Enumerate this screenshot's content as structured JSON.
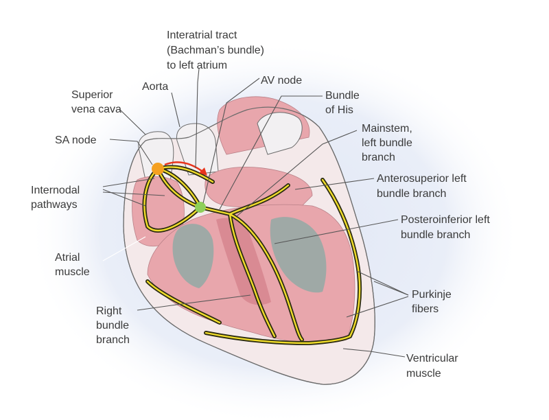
{
  "colors": {
    "halo": "#e3e9f6",
    "outer_wall": "#f4e9ea",
    "outer_stroke": "#6b6b6b",
    "myocardium": "#e8a6ac",
    "myocardium_dark": "#d98a93",
    "cavity": "#9fa9a6",
    "vessel": "#f2f0f2",
    "conduction_dark": "#2c2c12",
    "conduction_bright": "#f2de2a",
    "sa_node": "#f5a020",
    "av_node": "#8fd05a",
    "impulse_arrow": "#e8341c",
    "label_text": "#3a3a3a"
  },
  "labels": {
    "interatrial": [
      "Interatrial tract",
      "(Bachman’s bundle)",
      "to left atrium"
    ],
    "aorta": [
      "Aorta"
    ],
    "av_node": [
      "AV node"
    ],
    "bundle_of_his": [
      "Bundle",
      "of His"
    ],
    "superior_vena_cava": [
      "Superior",
      "vena cava"
    ],
    "sa_node": [
      "SA node"
    ],
    "mainstem": [
      "Mainstem,",
      "left bundle",
      "branch"
    ],
    "internodal": [
      "Internodal",
      "pathways"
    ],
    "anterosuperior": [
      "Anterosuperior left",
      "bundle branch"
    ],
    "posteroinferior": [
      "Posteroinferior left",
      "bundle branch"
    ],
    "atrial_muscle": [
      "Atrial",
      "muscle"
    ],
    "purkinje": [
      "Purkinje",
      "fibers"
    ],
    "right_bundle": [
      "Right",
      "bundle",
      "branch"
    ],
    "ventricular_muscle": [
      "Ventricular",
      "muscle"
    ]
  }
}
